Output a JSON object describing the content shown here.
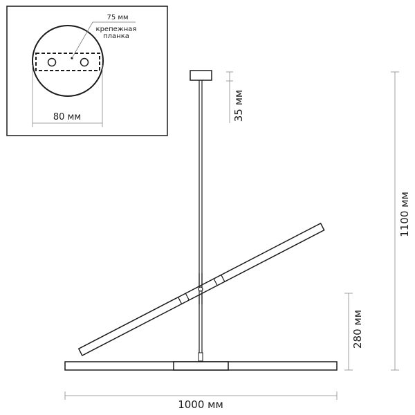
{
  "inset": {
    "width_label": "80 мм",
    "plate_length_label": "75 мм",
    "plate_name_line1": "крепежная",
    "plate_name_line2": "планка"
  },
  "dimensions": {
    "canopy_height": "35 мм",
    "total_height": "1100 мм",
    "lower_height": "280 мм",
    "total_width": "1000 мм"
  },
  "colors": {
    "line": "#1a1a1a",
    "dimension_line": "#777777",
    "background": "#ffffff"
  }
}
